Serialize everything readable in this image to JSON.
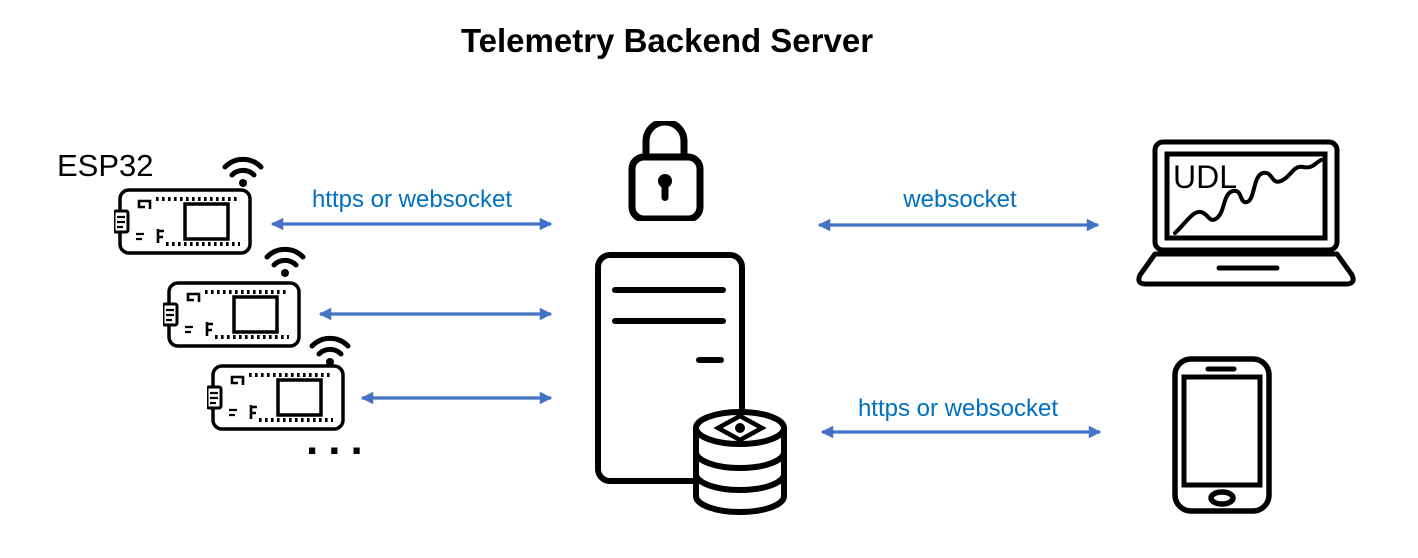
{
  "title": "Telemetry Backend Server",
  "left_group": {
    "label": "ESP32",
    "ellipsis": "..."
  },
  "laptop": {
    "screen_text": "UDL"
  },
  "connections": {
    "esp32_1_to_server": {
      "label": "https or websocket"
    },
    "esp32_2_to_server": {},
    "esp32_3_to_server": {},
    "server_to_laptop": {
      "label": "websocket"
    },
    "server_to_phone": {
      "label": "https or websocket"
    }
  },
  "colors": {
    "arrow": "#4472C4",
    "connection_label": "#0070C0",
    "outline": "#000000"
  }
}
